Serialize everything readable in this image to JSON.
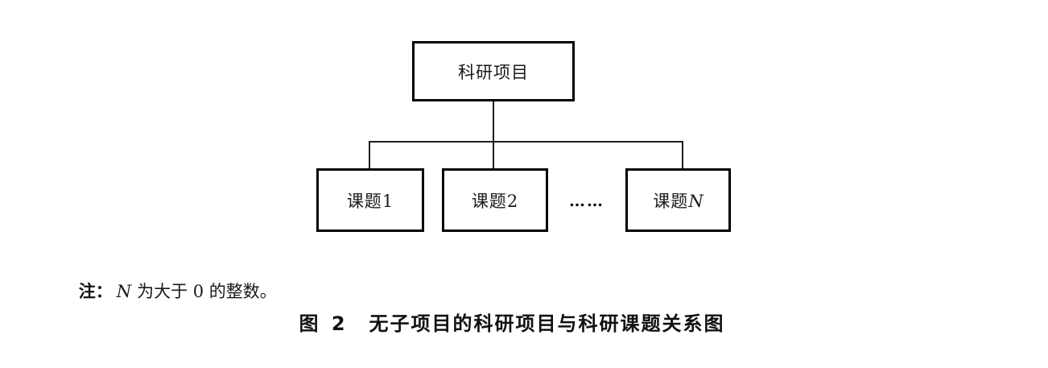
{
  "diagram": {
    "root_label": "科研项目",
    "children": [
      {
        "prefix": "课题",
        "suffix": "1"
      },
      {
        "prefix": "课题",
        "suffix": "2"
      },
      {
        "prefix": "课题",
        "suffix": "N"
      }
    ],
    "ellipsis": "……"
  },
  "note": {
    "label": "注",
    "colon": "：",
    "variable": "N",
    "text": "为大于 0 的整数。"
  },
  "caption": {
    "figure_label": "图 2",
    "title": "无子项目的科研项目与科研课题关系图"
  },
  "colors": {
    "line": "#1f1f1f",
    "border": "#000000",
    "background": "#ffffff"
  }
}
